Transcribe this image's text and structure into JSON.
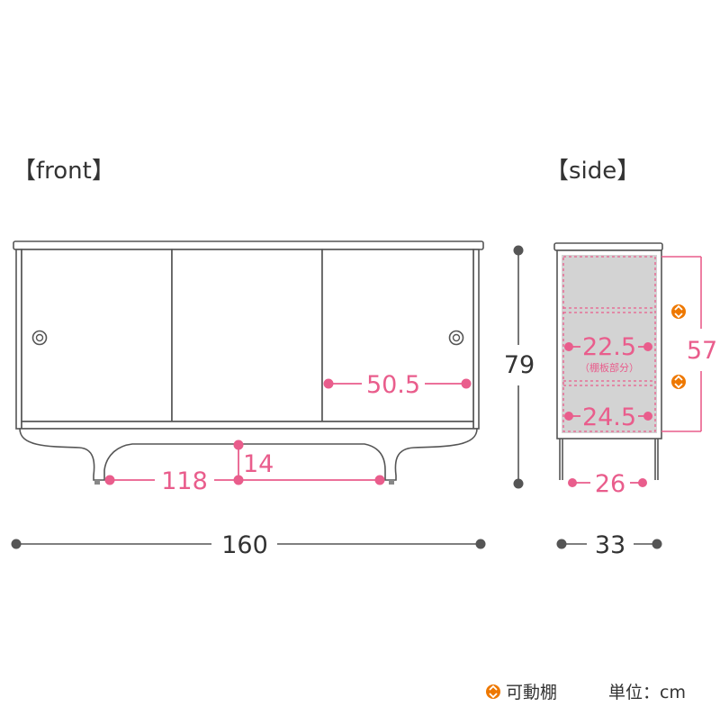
{
  "views": {
    "front_label": "【front】",
    "side_label": "【side】"
  },
  "dimensions": {
    "total_width": "160",
    "height": "79",
    "depth": "33",
    "leg_span": "118",
    "floor_clearance": "14",
    "door_width": "50.5",
    "interior_height": "57",
    "shelf_upper_height": "22.5",
    "shelf_note": "（棚板部分）",
    "shelf_lower_height": "24.5",
    "leg_depth_span": "26"
  },
  "legend": {
    "adjustable_shelf_icon": "orange-circle-updown-icon",
    "adjustable_shelf_label": "可動棚",
    "unit_label": "単位：cm"
  },
  "colors": {
    "outline": "#555555",
    "pink": "#e95d8c",
    "orange": "#ee7800",
    "interior_fill": "#d3d3d3",
    "dark": "#333333"
  }
}
